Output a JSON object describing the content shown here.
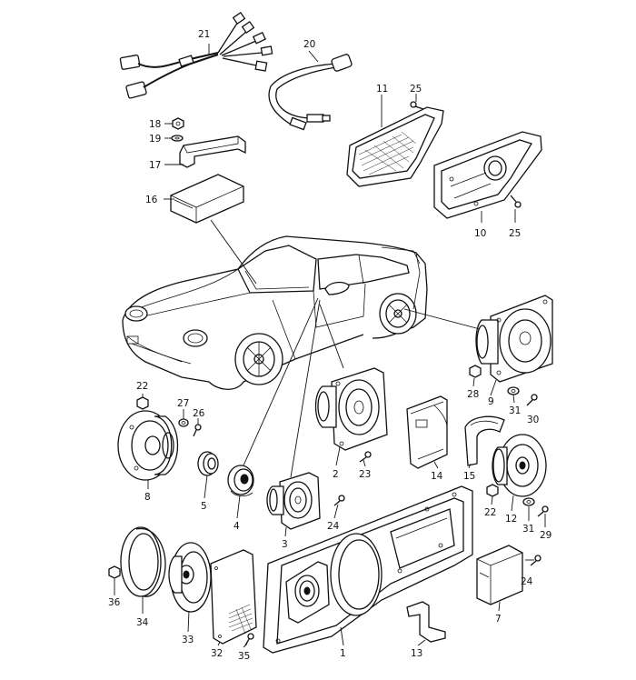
{
  "callouts": [
    {
      "id": "1",
      "text": "1"
    },
    {
      "id": "2",
      "text": "2"
    },
    {
      "id": "3",
      "text": "3"
    },
    {
      "id": "4",
      "text": "4"
    },
    {
      "id": "5",
      "text": "5"
    },
    {
      "id": "7",
      "text": "7"
    },
    {
      "id": "8",
      "text": "8"
    },
    {
      "id": "9",
      "text": "9"
    },
    {
      "id": "10",
      "text": "10"
    },
    {
      "id": "11",
      "text": "11"
    },
    {
      "id": "12",
      "text": "12"
    },
    {
      "id": "13",
      "text": "13"
    },
    {
      "id": "14",
      "text": "14"
    },
    {
      "id": "15",
      "text": "15"
    },
    {
      "id": "16",
      "text": "16"
    },
    {
      "id": "17",
      "text": "17"
    },
    {
      "id": "18",
      "text": "18"
    },
    {
      "id": "19",
      "text": "19"
    },
    {
      "id": "20",
      "text": "20"
    },
    {
      "id": "21",
      "text": "21"
    },
    {
      "id": "22a",
      "text": "22"
    },
    {
      "id": "22b",
      "text": "22"
    },
    {
      "id": "23",
      "text": "23"
    },
    {
      "id": "24a",
      "text": "24"
    },
    {
      "id": "24b",
      "text": "24"
    },
    {
      "id": "25a",
      "text": "25"
    },
    {
      "id": "25b",
      "text": "25"
    },
    {
      "id": "26",
      "text": "26"
    },
    {
      "id": "27",
      "text": "27"
    },
    {
      "id": "28",
      "text": "28"
    },
    {
      "id": "29",
      "text": "29"
    },
    {
      "id": "30",
      "text": "30"
    },
    {
      "id": "31a",
      "text": "31"
    },
    {
      "id": "31b",
      "text": "31"
    },
    {
      "id": "32",
      "text": "32"
    },
    {
      "id": "33",
      "text": "33"
    },
    {
      "id": "34",
      "text": "34"
    },
    {
      "id": "35",
      "text": "35"
    },
    {
      "id": "36",
      "text": "36"
    }
  ],
  "colors": {
    "ink": "#111111",
    "paper": "#ffffff"
  }
}
